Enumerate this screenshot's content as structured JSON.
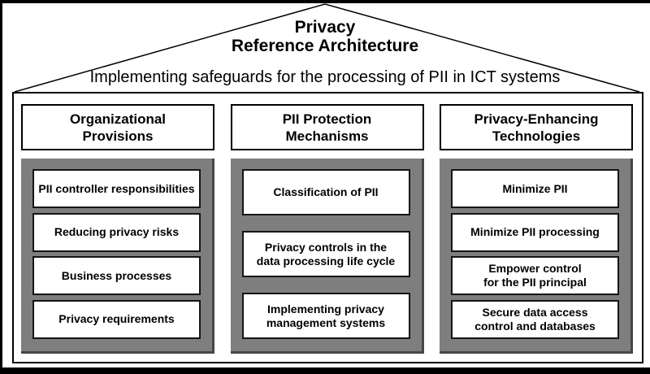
{
  "title": "Privacy\nReference Architecture",
  "banner": "Implementing safeguards for the processing of PII in ICT systems",
  "columns": [
    {
      "header": "Organizational\nProvisions",
      "items": [
        "PII controller responsibilities",
        "Reducing privacy risks",
        "Business processes",
        "Privacy requirements"
      ]
    },
    {
      "header": "PII Protection\nMechanisms",
      "items": [
        "Classification of PII",
        "Privacy controls in the\ndata processing life cycle",
        "Implementing privacy\nmanagement systems"
      ]
    },
    {
      "header": "Privacy-Enhancing\nTechnologies",
      "items": [
        "Minimize PII",
        "Minimize PII processing",
        "Empower control\nfor the PII principal",
        "Secure data access\ncontrol and databases"
      ]
    }
  ],
  "colors": {
    "panel_gray": "#7e7e7e",
    "panel_edge_dark": "#474747",
    "border_black": "#000000",
    "background": "#ffffff"
  }
}
